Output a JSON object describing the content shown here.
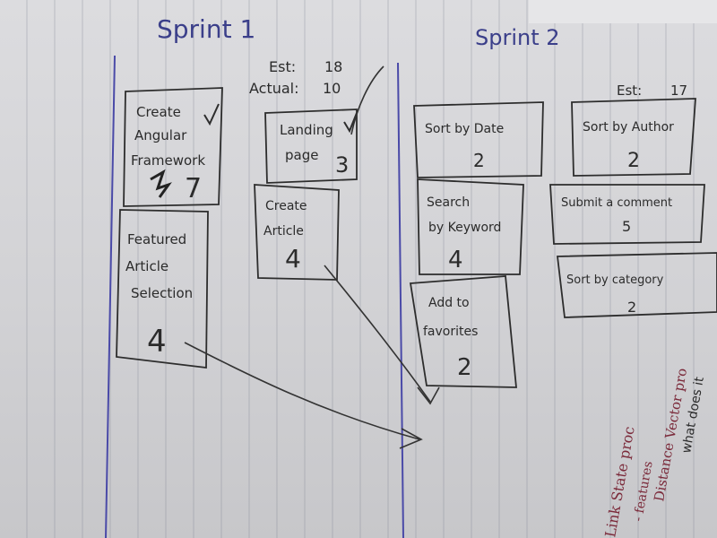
{
  "sprint1": {
    "title": "Sprint 1",
    "est_label": "Est:",
    "est_value": "18",
    "actual_label": "Actual:",
    "actual_value": "10",
    "cards": [
      {
        "line1": "Create",
        "line2": "Angular",
        "line3": "Framework",
        "points": "7"
      },
      {
        "line1": "Landing",
        "line2": "page",
        "points": "3"
      },
      {
        "line1": "Create",
        "line2": "Article",
        "points": "4"
      },
      {
        "line1": "Featured",
        "line2": "Article",
        "line3": "Selection",
        "points": "4"
      }
    ]
  },
  "sprint2": {
    "title": "Sprint 2",
    "est_label": "Est:",
    "est_value": "17",
    "cards": [
      {
        "line1": "Sort by Date",
        "points": "2"
      },
      {
        "line1": "Sort by Author",
        "points": "2"
      },
      {
        "line1": "Search",
        "line2": "by Keyword",
        "points": "4"
      },
      {
        "line1": "Submit a comment",
        "points": "5"
      },
      {
        "line1": "Sort by category",
        "points": "2"
      },
      {
        "line1": "Add to",
        "line2": "favorites",
        "points": "2"
      }
    ]
  },
  "side_notes": {
    "line1": "what does it",
    "line2": "Distance Vector pro",
    "line3": "- features",
    "line4": "Link State proc"
  }
}
